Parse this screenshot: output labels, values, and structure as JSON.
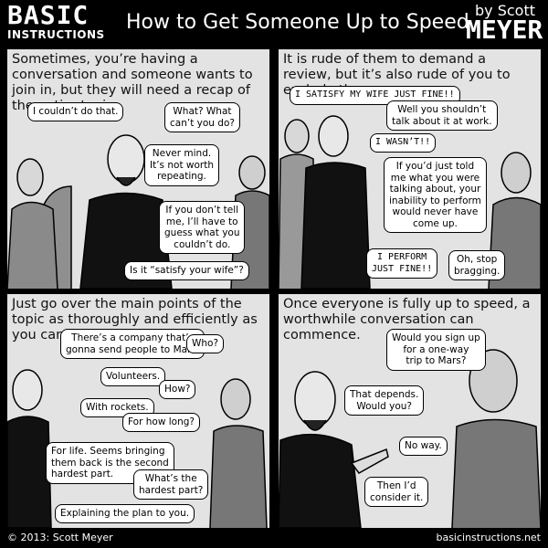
{
  "header": {
    "logo_line1": "BASIC",
    "logo_line2": "INSTRUCTIONS",
    "title": "How to Get Someone Up to Speed",
    "by": "by Scott",
    "author": "MEYER"
  },
  "panels": [
    {
      "caption": "Sometimes, you’re having a conversation and someone wants to join in, but they will need a recap of the entire topic.",
      "bubbles": [
        "I couldn’t do that.",
        "What? What\ncan’t you do?",
        "Never mind.\nIt’s not worth\nrepeating.",
        "If you don’t tell\nme, I’ll have to\nguess what you\ncouldn’t do.",
        "Is it “satisfy your wife”?"
      ]
    },
    {
      "caption": "It is rude of them to demand a review, but it’s also rude of you to exclude them.",
      "bubbles": [
        "I SATISFY MY WIFE JUST FINE!!",
        "Well you shouldn’t\ntalk about it at work.",
        "I WASN’T!!",
        "If you’d just told\nme what you were\ntalking about, your\ninability to perform\nwould never have\ncome up.",
        "I PERFORM\nJUST FINE!!",
        "Oh, stop\nbragging."
      ]
    },
    {
      "caption": "Just go over the main points of the topic as thoroughly and efficiently as you can.",
      "bubbles": [
        "There’s a company that’s\ngonna send people to Mars.",
        "Who?",
        "Volunteers.",
        "How?",
        "With rockets.",
        "For how long?",
        "For life. Seems bringing\nthem back is the second\nhardest part.",
        "What’s the\nhardest part?",
        "Explaining the plan to you."
      ]
    },
    {
      "caption": "Once everyone is fully up to speed, a worthwhile conversation can commence.",
      "bubbles": [
        "Would you sign up\nfor a one-way\ntrip to Mars?",
        "That depends.\nWould you?",
        "No way.",
        "Then I’d\nconsider it."
      ]
    }
  ],
  "footer": {
    "copyright": "© 2013: Scott Meyer",
    "site": "basicinstructions.net"
  }
}
